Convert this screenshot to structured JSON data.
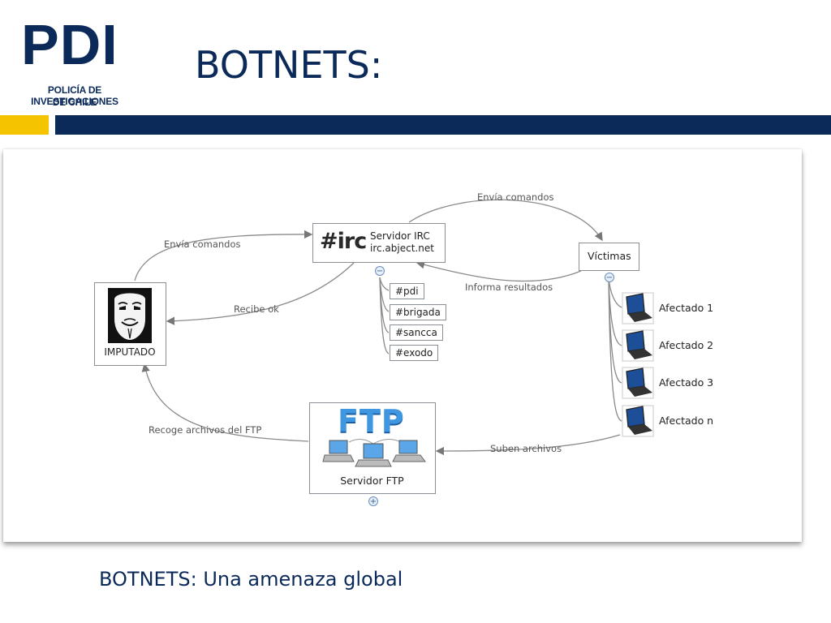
{
  "header": {
    "logo_text": "PDI",
    "logo_sub_line1": "POLICÍA DE INVESTIGACIONES",
    "logo_sub_line2": "DE CHILE",
    "title": "BOTNETS:"
  },
  "colors": {
    "navy": "#0b2a5a",
    "yellow": "#f5c400"
  },
  "diagram": {
    "imputado_label": "IMPUTADO",
    "irc_logo": "#irc",
    "irc_server_line1": "Servidor IRC",
    "irc_server_line2": "irc.abject.net",
    "channels": [
      "#pdi",
      "#brigada",
      "#sancca",
      "#exodo"
    ],
    "victimas_label": "Víctimas",
    "affected": [
      "Afectado 1",
      "Afectado 2",
      "Afectado 3",
      "Afectado n"
    ],
    "ftp_logo": "FTP",
    "ftp_label": "Servidor FTP",
    "edge_imputado_irc": "Envía comandos",
    "edge_irc_victimas": "Envía comandos",
    "edge_irc_imputado": "Recibe ok",
    "edge_victimas_irc": "Informa resultados",
    "edge_ftp_imputado": "Recoge archivos del FTP",
    "edge_victimas_ftp": "Suben archivos",
    "collapse_symbol": "−",
    "expand_symbol": "+"
  },
  "footer": {
    "text": "BOTNETS: Una amenaza global"
  }
}
